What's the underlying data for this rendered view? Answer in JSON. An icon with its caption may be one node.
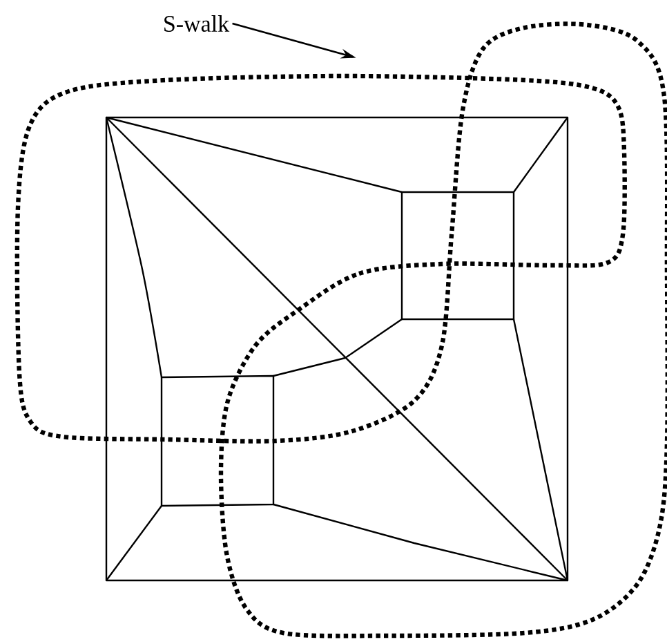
{
  "diagram": {
    "nodes": [
      {
        "text": [
          "S-walk"
        ]
      },
      {
        "text": [],
        "shape": "curve"
      }
    ],
    "edges": [
      {
        "from": 0,
        "to": 1,
        "arrow": "to"
      }
    ]
  }
}
